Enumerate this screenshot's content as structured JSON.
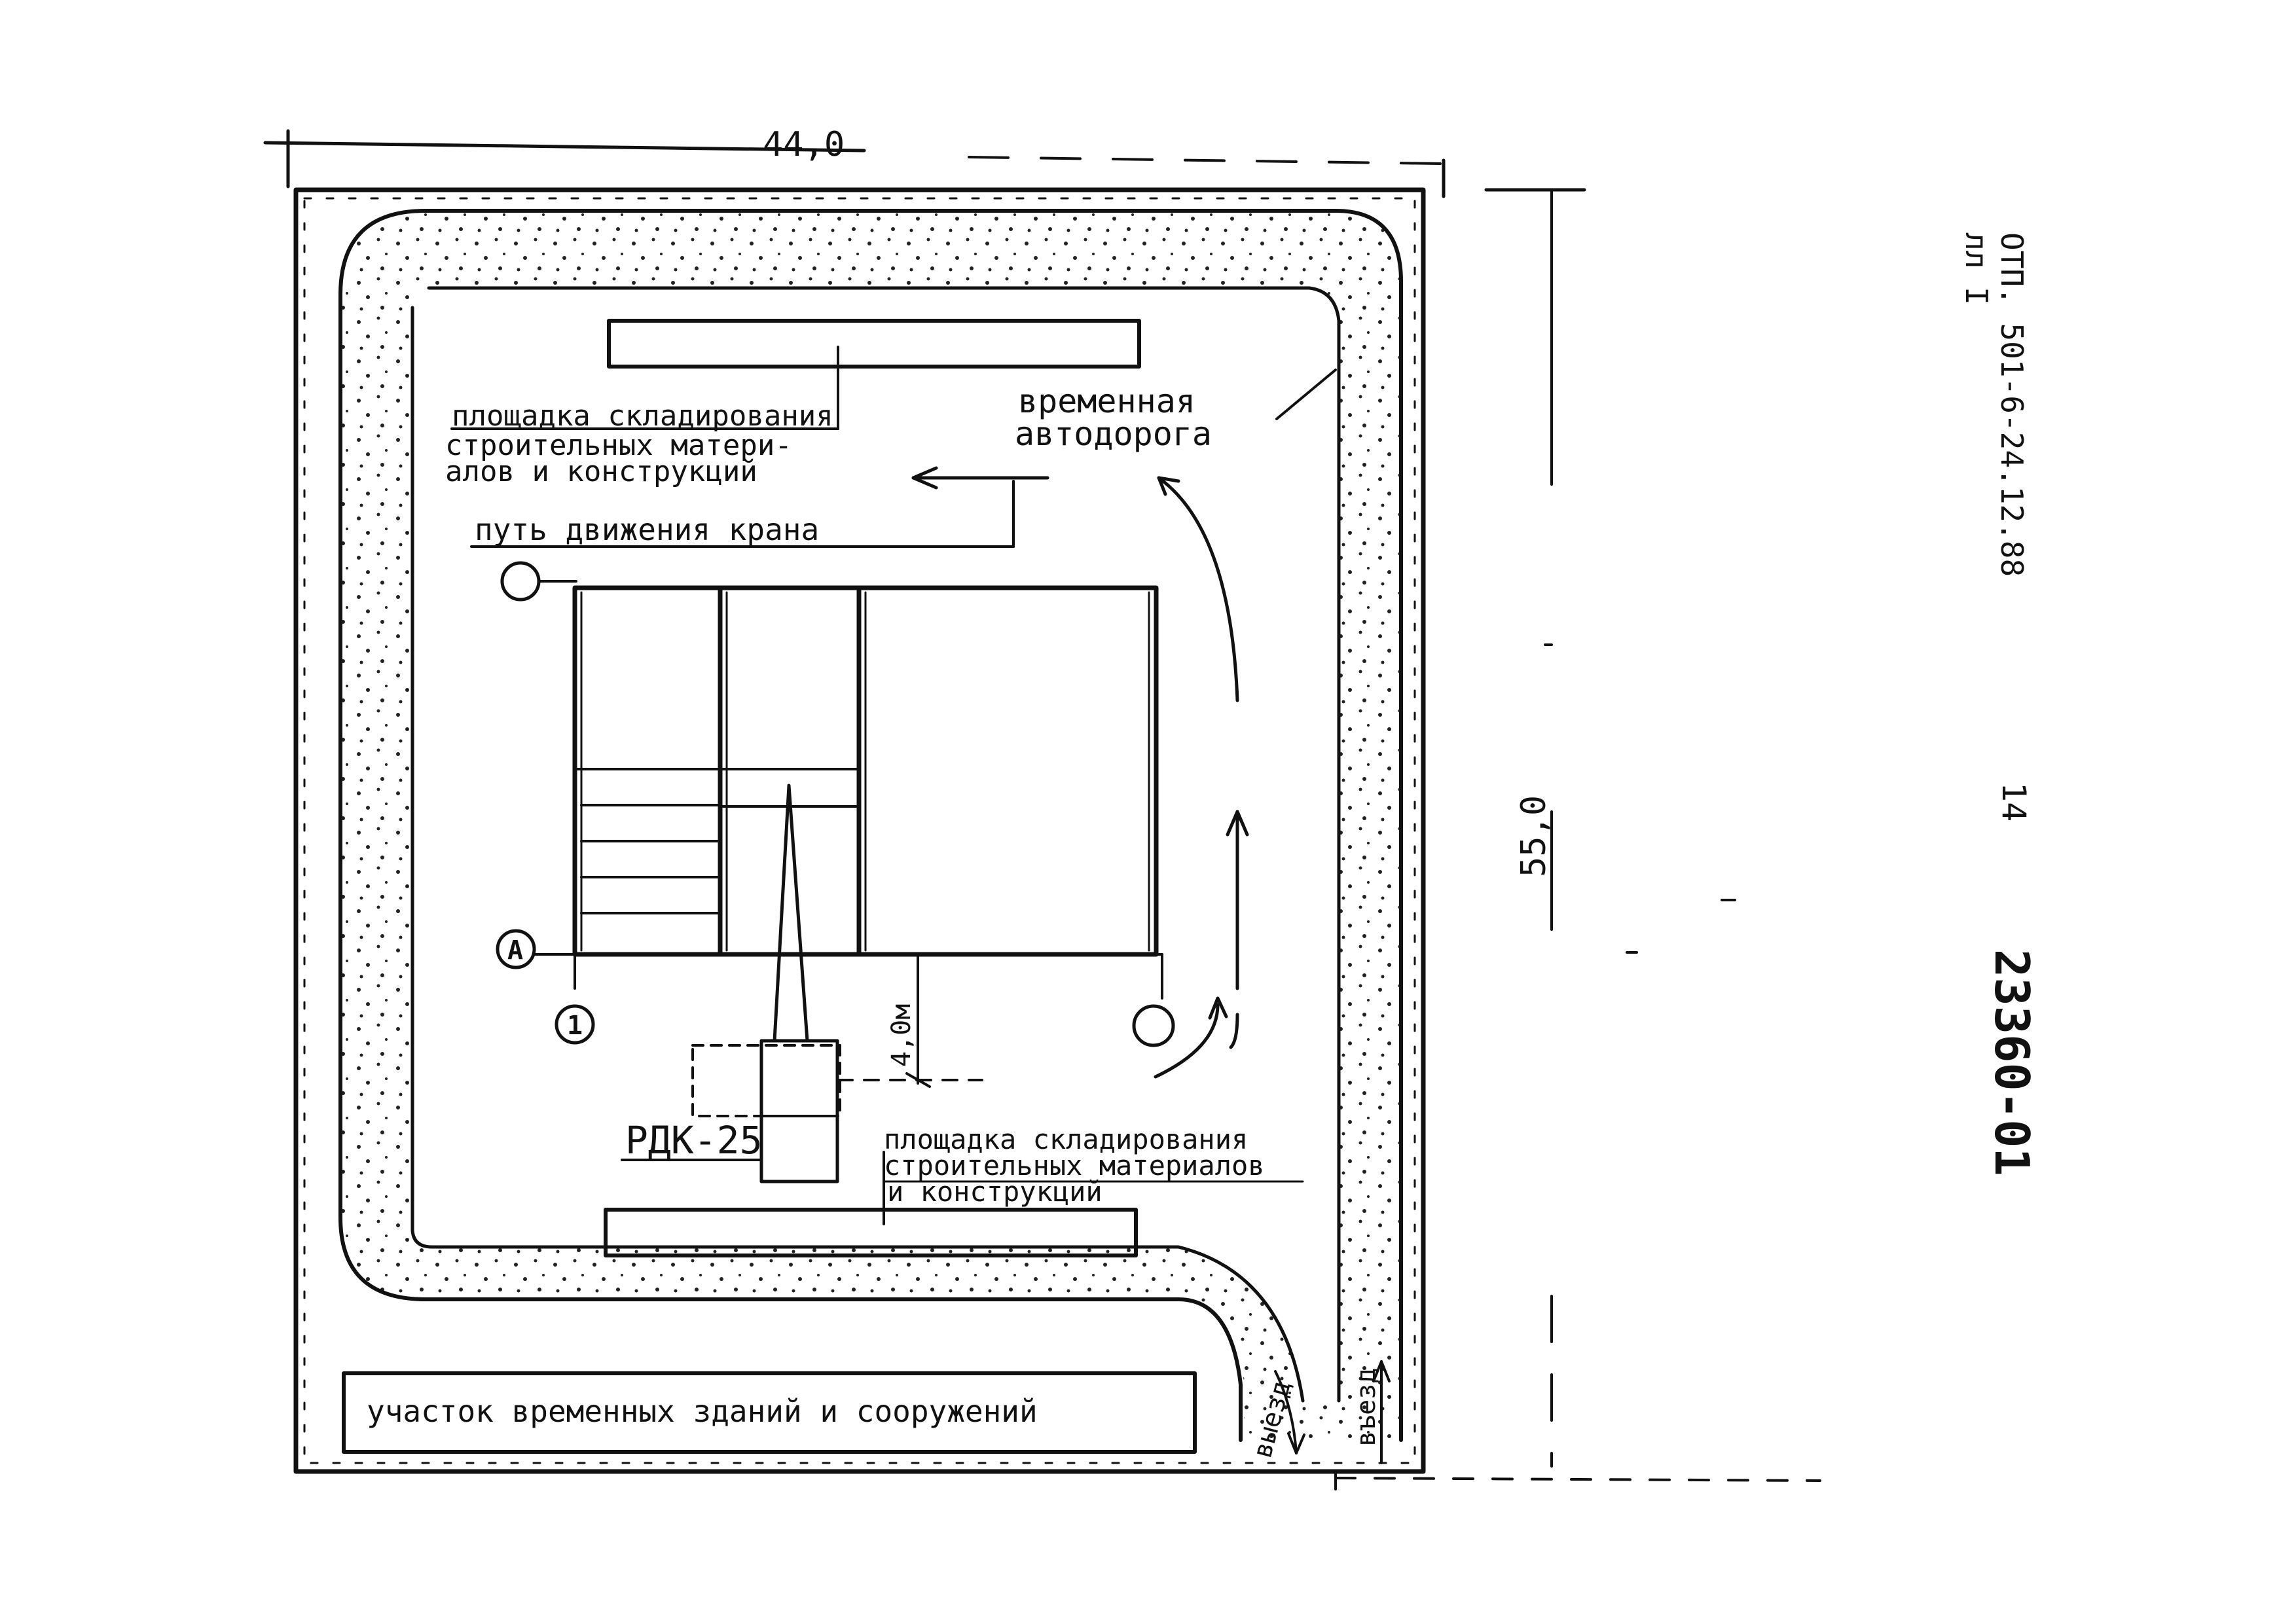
{
  "dims": {
    "width": "44,0",
    "height": "55,0",
    "crane_offset": "4,0м"
  },
  "labels": {
    "storage_top": [
      "площадка складирования",
      "строительных матери-",
      "алов и конструкций"
    ],
    "temp_road": [
      "временная",
      "автодорога"
    ],
    "crane_path": "путь движения крана",
    "crane_name": "РДК-25",
    "storage_bottom": [
      "площадка складирования",
      "строительных материалов",
      "и конструкций"
    ],
    "temp_buildings": "участок временных зданий и сооружений",
    "exit": "выезд",
    "entry": "въезд"
  },
  "axes": {
    "row": "А",
    "column": "1"
  },
  "sheet": {
    "code_line1": "ОТП. 501-6-24.12.88",
    "code_line2": "лл I",
    "page": "14",
    "inventory": "23360-01"
  }
}
